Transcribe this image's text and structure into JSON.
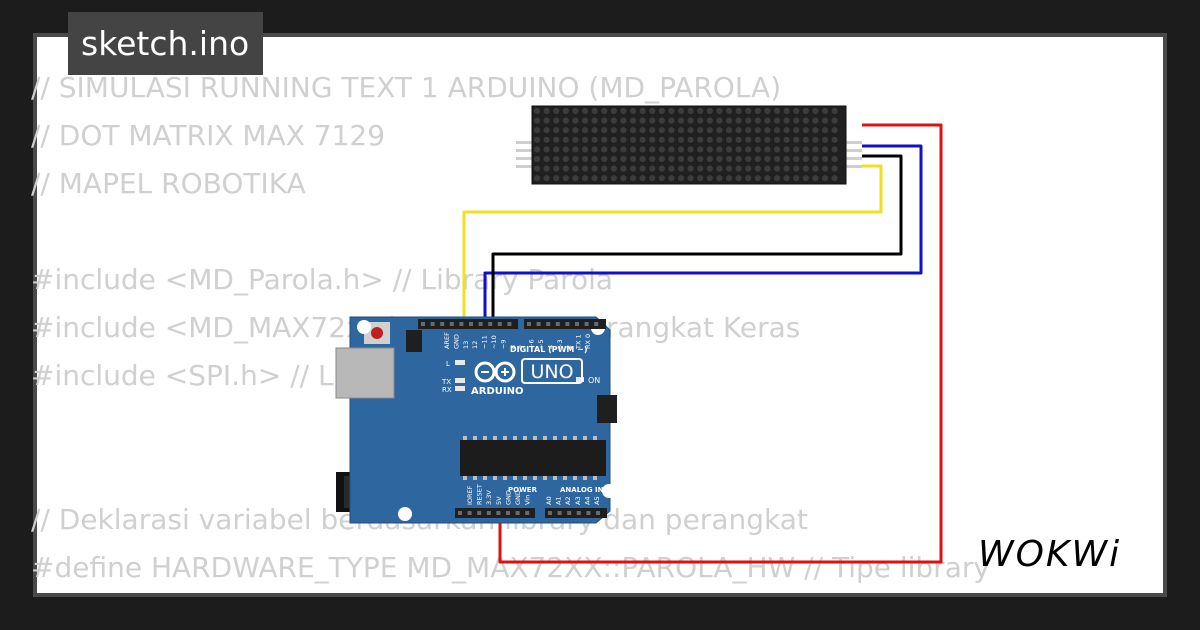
{
  "header": {
    "file_name": "sketch.ino"
  },
  "code": {
    "lines": [
      "// SIMULASI RUNNING TEXT 1 ARDUINO (MD_PAROLA)",
      "// DOT MATRIX MAX 7129",
      "// MAPEL ROBOTIKA",
      "",
      "#include <MD_Parola.h> // Library Parola",
      "#include <MD_MAX72xx.h> // Library Perangkat Keras",
      "#include <SPI.h> // Library Perangkat",
      "",
      "",
      "// Deklarasi variabel berdasarkan library dan perangkat",
      "#define HARDWARE_TYPE MD_MAX72XX::PAROLA_HW // Tipe library"
    ]
  },
  "board": {
    "brand": "ARDUINO",
    "model": "UNO",
    "digital_header": "DIGITAL (PWM ~)",
    "power_header": "POWER",
    "analog_header": "ANALOG IN",
    "on_label": "ON",
    "l_label": "L",
    "tx_label": "TX",
    "rx_label": "RX",
    "top_pin_labels": [
      "AREF",
      "GND",
      "13",
      "12",
      "~11",
      "~10",
      "~9",
      "8",
      "7",
      "~6",
      "~5",
      "4",
      "~3",
      "2",
      "TX 1",
      "RX 0"
    ],
    "power_pin_labels": [
      "IOREF",
      "RESET",
      "3.3V",
      "5V",
      "GND",
      "GND",
      "Vin"
    ],
    "analog_pin_labels": [
      "A0",
      "A1",
      "A2",
      "A3",
      "A4",
      "A5"
    ]
  },
  "wires": [
    {
      "id": "vcc",
      "color": "#e01010"
    },
    {
      "id": "data",
      "color": "#1010c8"
    },
    {
      "id": "cs",
      "color": "#000000"
    },
    {
      "id": "clk",
      "color": "#f0e020"
    }
  ],
  "brand": {
    "logo_text": "WOKWi"
  }
}
